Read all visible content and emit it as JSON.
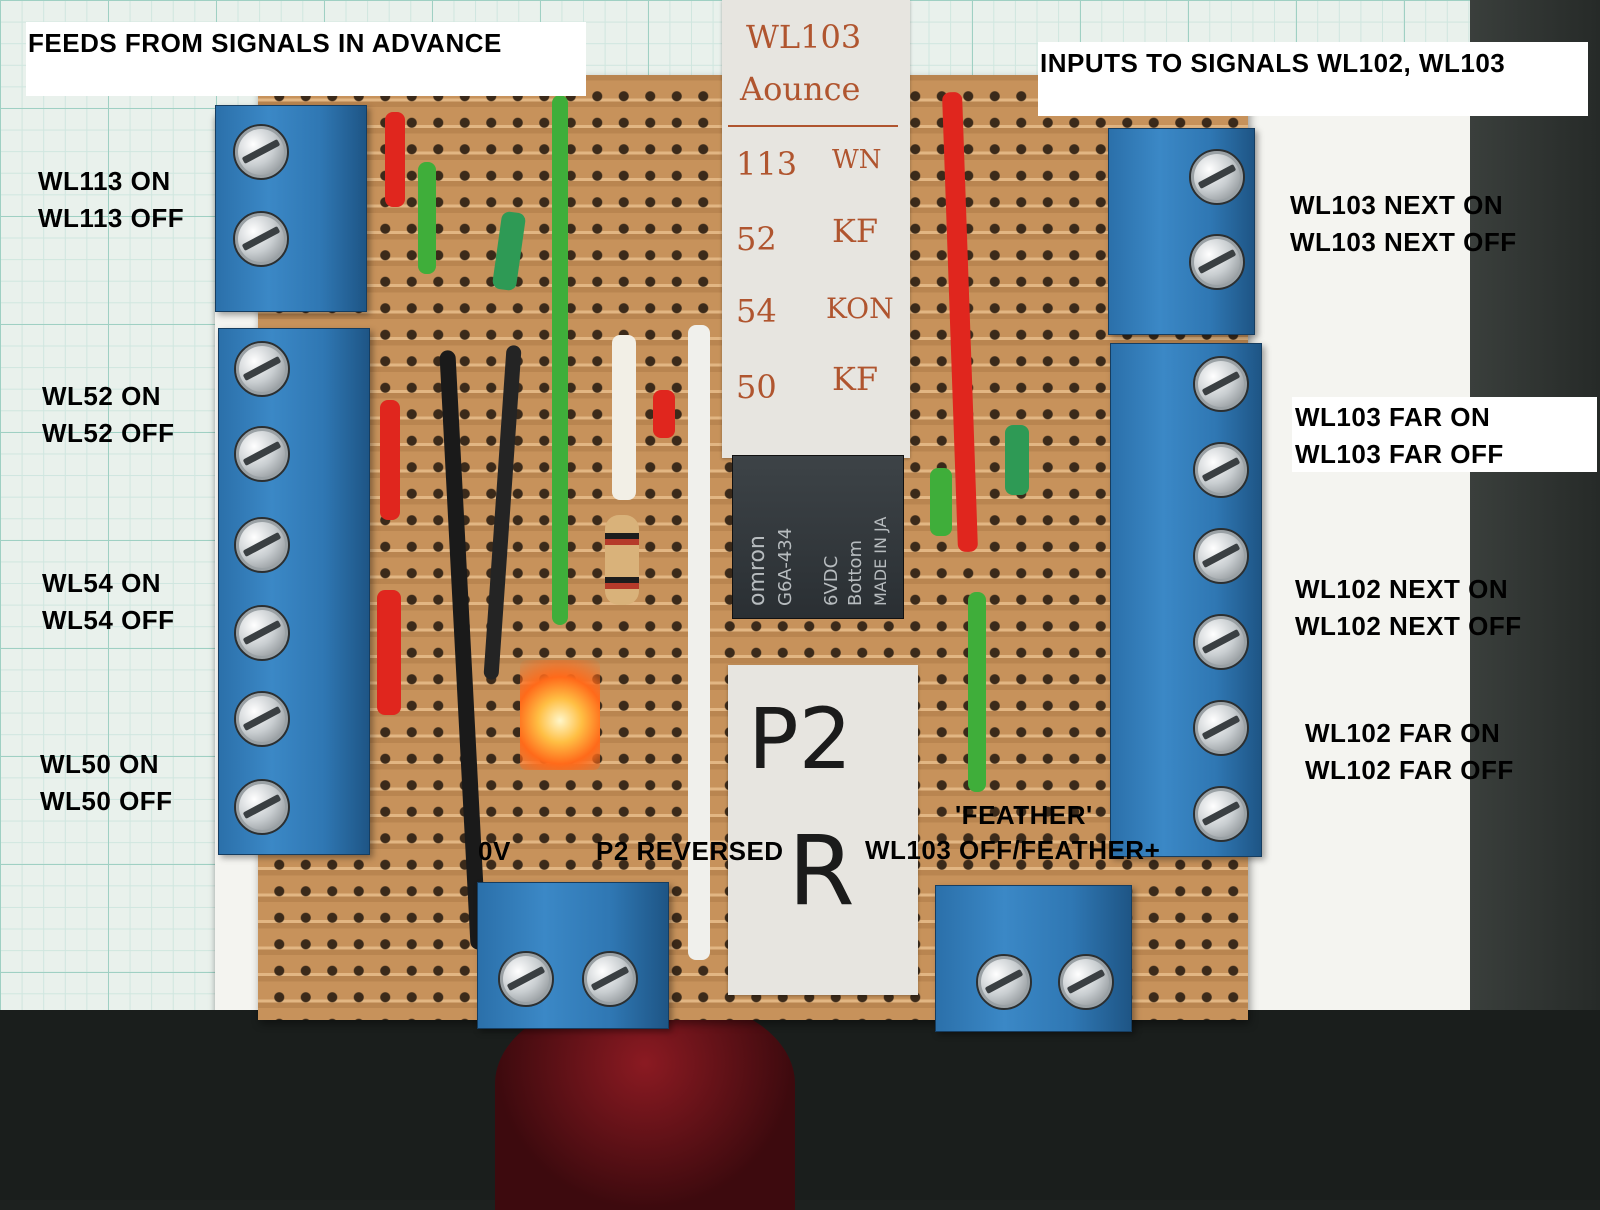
{
  "header": {
    "left": "FEEDS FROM SIGNALS IN ADVANCE",
    "right": "INPUTS TO SIGNALS WL102, WL103"
  },
  "left_labels": [
    {
      "on": "WL113 ON",
      "off": "WL113 OFF"
    },
    {
      "on": "WL52 ON",
      "off": "WL52 OFF"
    },
    {
      "on": "WL54 ON",
      "off": "WL54 OFF"
    },
    {
      "on": "WL50 ON",
      "off": "WL50 OFF"
    }
  ],
  "right_labels": [
    {
      "on": "WL103 NEXT ON",
      "off": "WL103 NEXT OFF"
    },
    {
      "on": "WL103 FAR ON",
      "off": "WL103 FAR OFF"
    },
    {
      "on": "WL102 NEXT ON",
      "off": "WL102 NEXT OFF"
    },
    {
      "on": "WL102 FAR ON",
      "off": "WL102 FAR OFF"
    }
  ],
  "bottom_labels": {
    "zero_v": "0V",
    "p2_reversed": "P2 REVERSED",
    "feather": "'FEATHER'",
    "feather_sub": "WL103 OFF/FEATHER+"
  },
  "board_markings": {
    "tape_title_1": "WL103",
    "tape_title_2": "Aounce",
    "tape_rows": [
      {
        "left": "113",
        "right": "WN"
      },
      {
        "left": "52",
        "right": "KF"
      },
      {
        "left": "54",
        "right": "KON"
      },
      {
        "left": "50",
        "right": "KF"
      }
    ],
    "relay_line1": "omron",
    "relay_line2": "G6A-434",
    "relay_line3": "6VDC",
    "relay_line4": "Bottom",
    "relay_line5": "MADE IN JA",
    "p2_label": "P2",
    "r_label": "R"
  },
  "colors": {
    "terminal_block": "#2f77b3",
    "stripboard": "#d6a56c",
    "wire_red": "#e0261e",
    "wire_green": "#3fae3a",
    "wire_black": "#1a1a1a",
    "wire_white": "#f0f0ec",
    "led_glow": "#ff6a1a"
  }
}
